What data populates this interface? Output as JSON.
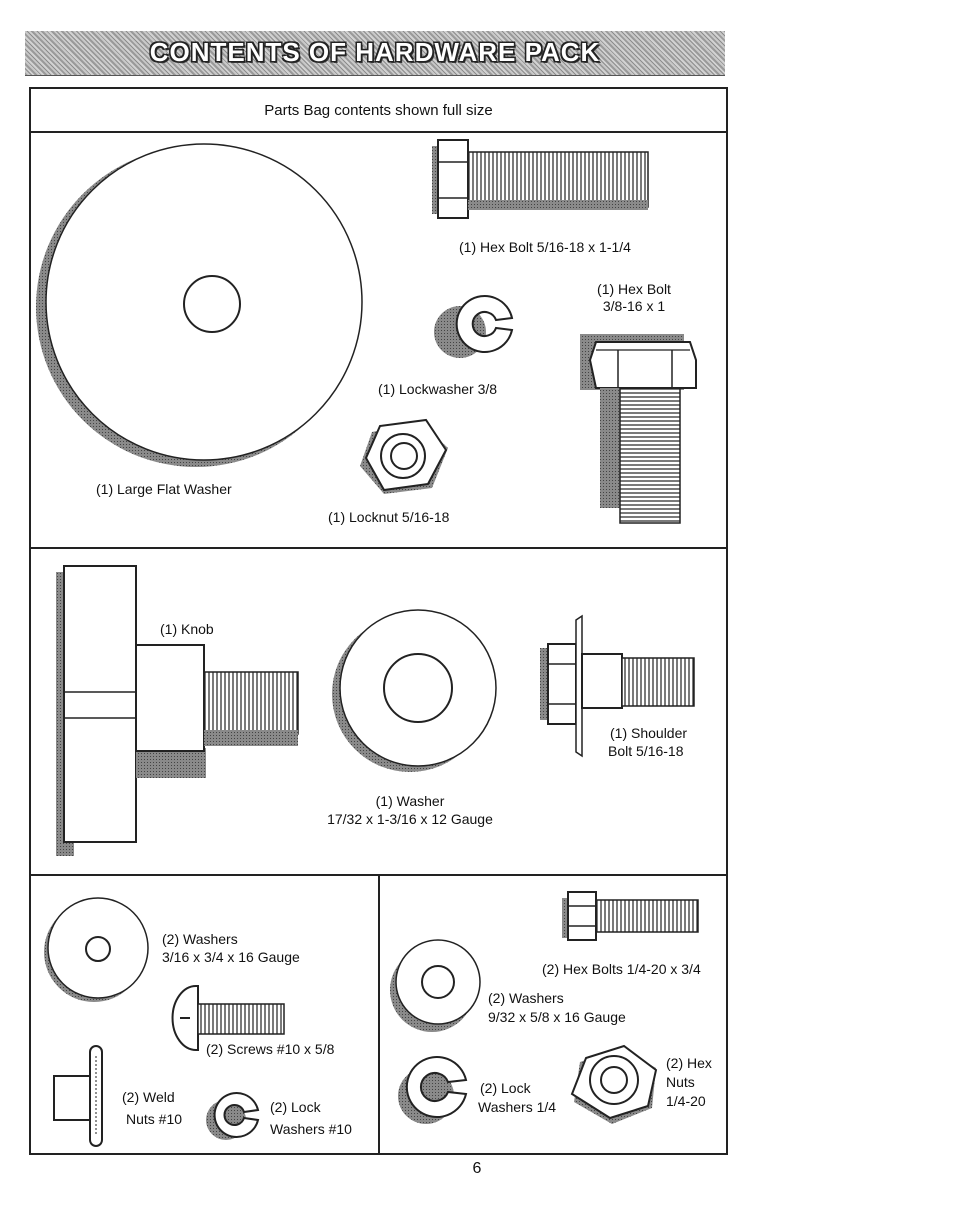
{
  "title": "CONTENTS OF HARDWARE PACK",
  "header": "Parts Bag contents shown full size",
  "parts": {
    "hex_bolt_a": "(1) Hex Bolt  5/16-18 x 1-1/4",
    "hex_bolt_b_line1": "(1) Hex Bolt",
    "hex_bolt_b_line2": "3/8-16 x 1",
    "lockwasher": "(1) Lockwasher  3/8",
    "large_flat_washer": "(1) Large Flat Washer",
    "locknut": "(1) Locknut  5/16-18",
    "knob": "(1) Knob",
    "shoulder_bolt_line1": "(1) Shoulder",
    "shoulder_bolt_line2": "Bolt  5/16-18",
    "washer_line1": "(1) Washer",
    "washer_line2": "17/32 x 1-3/16 x 12 Gauge",
    "washers_small_line1": "(2) Washers",
    "washers_small_line2": "3/16 x 3/4 x 16 Gauge",
    "screws": "(2) Screws  #10 x 5/8",
    "weld_nuts_line1": "(2) Weld",
    "weld_nuts_line2": "Nuts  #10",
    "lock_washers_10_line1": "(2) Lock",
    "lock_washers_10_line2": "Washers  #10",
    "hex_bolts_small": "(2) Hex Bolts  1/4-20 x 3/4",
    "washers_med_line1": "(2) Washers",
    "washers_med_line2": "9/32  x 5/8 x 16 Gauge",
    "lock_washers_14_line1": "(2) Lock",
    "lock_washers_14_line2": "Washers  1/4",
    "hex_nuts_line1": "(2) Hex",
    "hex_nuts_line2": "Nuts",
    "hex_nuts_line3": "1/4-20"
  },
  "page_number": "6"
}
